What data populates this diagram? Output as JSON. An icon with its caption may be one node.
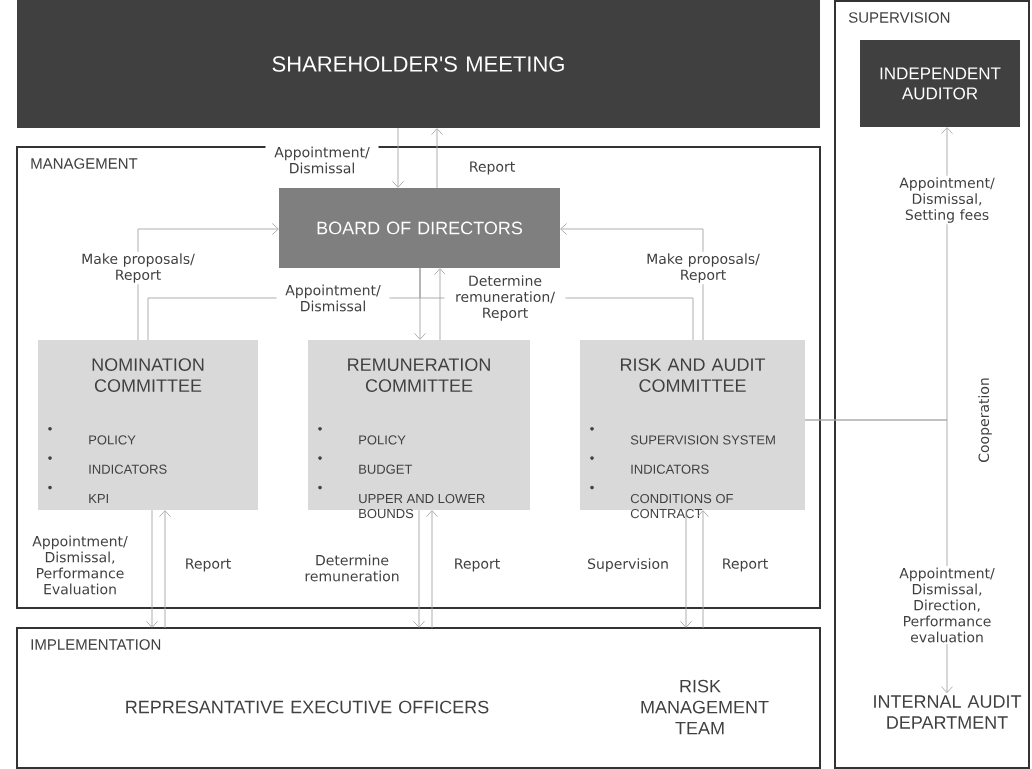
{
  "diagram": {
    "nodes": [
      {
        "text": [
          "SHAREHOLDER'S MEETING"
        ]
      },
      {
        "text": [
          "MANAGEMENT"
        ]
      },
      {
        "text": [
          "BOARD OF DIRECTORS"
        ],
        "in": 1
      },
      {
        "text": [
          "NOMINATION COMMITTEE",
          "POLICY",
          "INDICATORS",
          "KPI"
        ],
        "in": 1
      },
      {
        "text": [
          "REMUNERATION COMMITTEE",
          "POLICY",
          "BUDGET",
          "UPPER AND LOWER BOUNDS"
        ],
        "in": 1
      },
      {
        "text": [
          "RISK AND AUDIT COMMITTEE",
          "SUPERVISION SYSTEM",
          "INDICATORS",
          "CONDITIONS OF CONTRACT"
        ],
        "in": 1
      },
      {
        "text": [
          "IMPLEMENTATION"
        ]
      },
      {
        "text": [
          "REPRESANTATIVE EXECUTIVE OFFICERS"
        ],
        "in": 6
      },
      {
        "text": [
          "RISK MANAGEMENT TEAM"
        ],
        "in": 6
      },
      {
        "text": [
          "SUPERVISION"
        ]
      },
      {
        "text": [
          "INDEPENDENT AUDITOR"
        ],
        "in": 9
      },
      {
        "text": [
          "INTERNAL AUDIT DEPARTMENT"
        ],
        "in": 9
      }
    ],
    "edges": [
      {
        "from": 0,
        "to": 2,
        "arrow": "to",
        "label": "Appointment/ Dismissal"
      },
      {
        "from": 2,
        "to": 0,
        "arrow": "to",
        "label": "Report"
      },
      {
        "from": 3,
        "to": 2,
        "arrow": "to",
        "label": "Make proposals/ Report"
      },
      {
        "from": 2,
        "to": 3,
        "arrow": "none",
        "label": "Appointment/ Dismissal"
      },
      {
        "from": 2,
        "to": 4,
        "arrow": "to"
      },
      {
        "from": 4,
        "to": 2,
        "arrow": "to",
        "label": "Determine remuneration/ Report"
      },
      {
        "from": 2,
        "to": 5,
        "arrow": "none"
      },
      {
        "from": 5,
        "to": 2,
        "arrow": "to",
        "label": "Make proposals/ Report"
      },
      {
        "from": 3,
        "to": 6,
        "arrow": "to",
        "label": "Appointment/ Dismissal, Performance Evaluation"
      },
      {
        "from": 6,
        "to": 3,
        "arrow": "to",
        "label": "Report"
      },
      {
        "from": 4,
        "to": 6,
        "arrow": "to",
        "label": "Determine remuneration"
      },
      {
        "from": 6,
        "to": 4,
        "arrow": "to",
        "label": "Report"
      },
      {
        "from": 5,
        "to": 6,
        "arrow": "to",
        "label": "Supervision"
      },
      {
        "from": 6,
        "to": 5,
        "arrow": "to",
        "label": "Report"
      },
      {
        "from": 5,
        "to": 10,
        "arrow": "to",
        "label": "Appointment/ Dismissal, Setting fees"
      },
      {
        "from": 5,
        "to": 11,
        "arrow": "to",
        "label": "Appointment/ Dismissal, Direction, Performance evaluation"
      }
    ],
    "labels": [
      "Cooperation"
    ]
  }
}
